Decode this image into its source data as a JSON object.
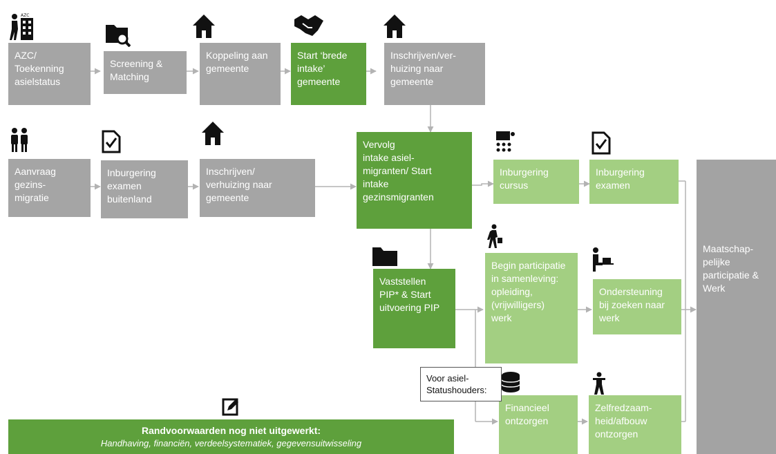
{
  "colors": {
    "gray": "#a5a5a5",
    "dark_green": "#5ea03c",
    "light_green": "#a3cf82",
    "arrow": "#b3b3b3"
  },
  "steps": {
    "azc": "AZC/\nToekenning\nasielstatus",
    "screening": "Screening &\nMatching",
    "koppeling": "Koppeling aan\ngemeente",
    "start_brede": "Start ‘brede\nintake’\ngemeente",
    "inschrijven_top": "Inschrijven/ver-\nhuizing naar\ngemeente",
    "aanvraag": "Aanvraag\ngezins-\nmigratie",
    "inburgering_buitenland": "Inburgering\nexamen\nbuitenland",
    "inschrijven_mid": "Inschrijven/\nverhuizing naar\ngemeente",
    "vervolg": "Vervolg\nintake asiel-\nmigranten/ Start\nintake\ngezinsmigranten",
    "inburgering_cursus": "Inburgering\ncursus",
    "inburgering_examen": "Inburgering\nexamen",
    "vaststellen": "Vaststellen\nPIP* & Start\nuitvoering PIP",
    "begin_participatie": "Begin participatie\nin samenleving:\nopleiding,\n(vrijwilligers)\nwerk",
    "ondersteuning": "Ondersteuning\nbij zoeken naar\nwerk",
    "financieel": "Financieel\nontzorgen",
    "zelfredzaamheid": "Zelfredzaam-\nheid/afbouw\nontzorgen",
    "maatschappelijk": "Maatschap-\npelijke\nparticipatie &\nWerk"
  },
  "note": "Voor asiel-\nStatushouders:",
  "bottom": {
    "title": "Randvoorwaarden nog niet uitgewerkt:",
    "subtitle": "Handhaving, financiën, verdeelsystematiek, gegevensuitwisseling"
  },
  "icons": {
    "azc": "person-building-icon",
    "screening": "folder-search-icon",
    "koppeling": "house-icon",
    "start_brede": "handshake-icon",
    "inschrijven_top": "house-icon",
    "aanvraag": "family-icon",
    "inburgering_buitenland": "checklist-icon",
    "inschrijven_mid": "house-icon",
    "vervolg": "gears-icon",
    "cursus": "classroom-icon",
    "examen": "checklist-icon",
    "vaststellen": "folder-icon",
    "begin": "walking-person-icon",
    "ondersteuning": "person-laptop-icon",
    "financieel": "coins-icon",
    "zelfredzaam": "person-icon",
    "maatschappij": "community-icon",
    "randvoorwaarden": "edit-icon"
  },
  "icon_text": {
    "azc_label": "AZC"
  }
}
